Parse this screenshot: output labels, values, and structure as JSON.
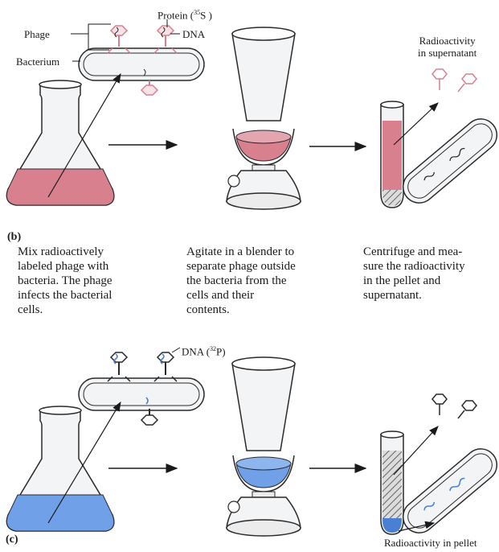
{
  "labels": {
    "phage": "Phage",
    "bacterium": "Bacterium",
    "protein_prefix": "Protein (",
    "protein_sup": "35",
    "protein_suffix": "S )",
    "dna": "DNA",
    "dna32_prefix": "DNA (",
    "dna32_sup": "32",
    "dna32_suffix": "P)",
    "radioactivity_supernatant": "Radioactivity\nin supernatant",
    "radioactivity_pellet": "Radioactivity in pellet"
  },
  "panels": {
    "b": {
      "letter": "(b)"
    },
    "c": {
      "letter": "(c)"
    }
  },
  "captions": {
    "step1": "Mix radioactively\nlabeled phage with\nbacteria. The phage\ninfects the bacterial\ncells.",
    "step2": "Agitate in a blender to\nseparate phage outside\nthe bacteria from the\ncells and their\ncontents.",
    "step3": "Centrifuge and mea-\nsure the radioactivity\nin the pellet and\nsupernatant."
  },
  "colors": {
    "protein_label": "#d9808f",
    "protein_fill": "#e3a6b1",
    "dna_label": "#4a7fd4",
    "dna_fill": "#6fa0e8",
    "outline": "#2a2a2a",
    "glass": "#f3f4f6"
  }
}
